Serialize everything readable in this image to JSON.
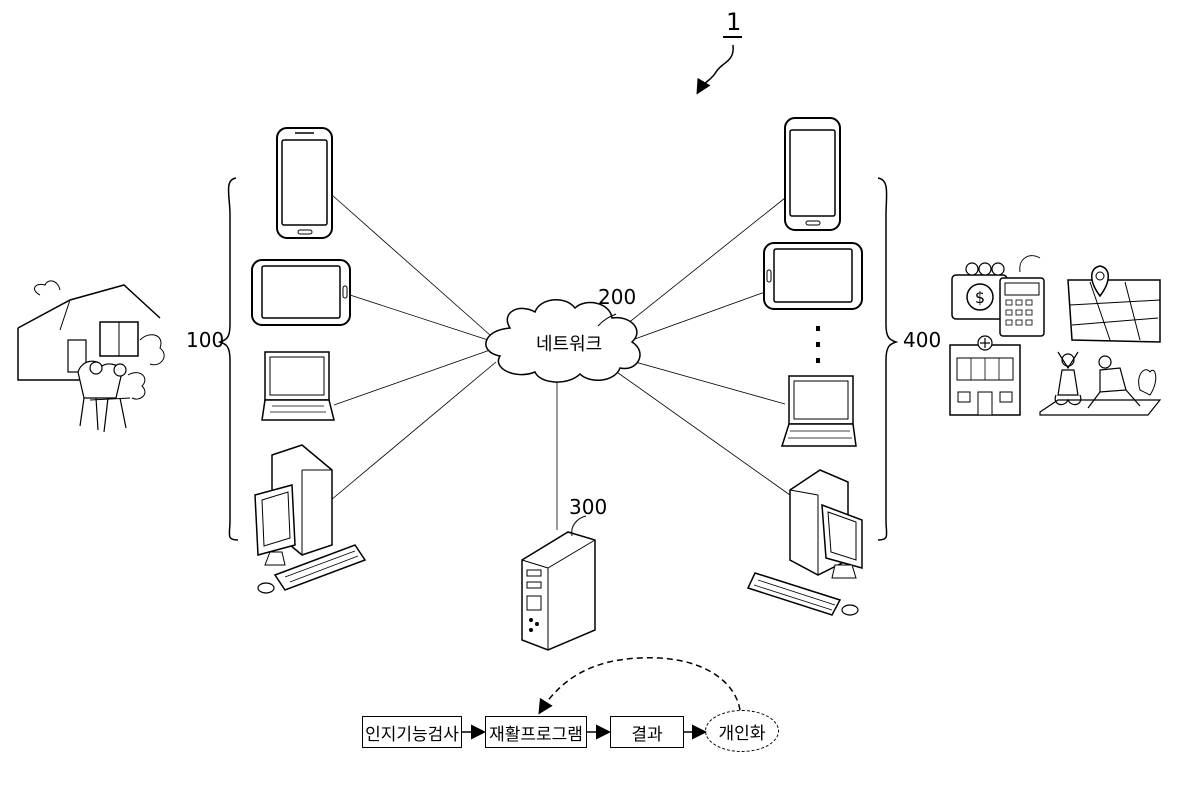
{
  "figure_number": "1",
  "labels": {
    "client_group": "100",
    "network_ref": "200",
    "server": "300",
    "service_group": "400"
  },
  "network_text": "네트워크",
  "flow": {
    "step1": "인지기능검사",
    "step2": "재활프로그램",
    "step3": "결과",
    "step4": "개인화"
  },
  "icons": {
    "house": "house-with-elderly-person-icon",
    "smartphone": "smartphone-icon",
    "tablet": "tablet-icon",
    "laptop": "laptop-icon",
    "desktop": "desktop-computer-icon",
    "server": "server-tower-icon",
    "finance": "money-calculator-icon",
    "map": "map-pin-icon",
    "hospital": "hospital-building-icon",
    "exercise": "exercise-people-icon"
  }
}
